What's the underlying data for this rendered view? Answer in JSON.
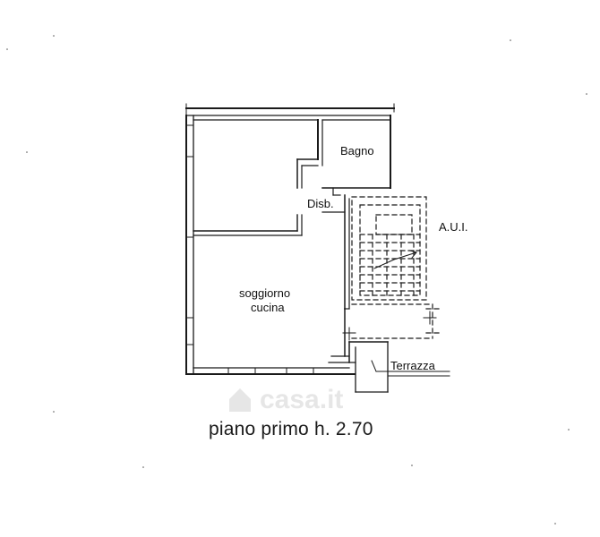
{
  "rooms": {
    "bagno": "Bagno",
    "disb": "Disb.",
    "aui": "A.U.I.",
    "soggiorno_line1": "soggiorno",
    "soggiorno_line2": "cucina",
    "terrazza": "Terrazza"
  },
  "caption": "piano primo h. 2.70",
  "watermark": {
    "brand": "casa.it"
  },
  "colors": {
    "ink": "#1a1a1a",
    "paper": "#ffffff"
  }
}
